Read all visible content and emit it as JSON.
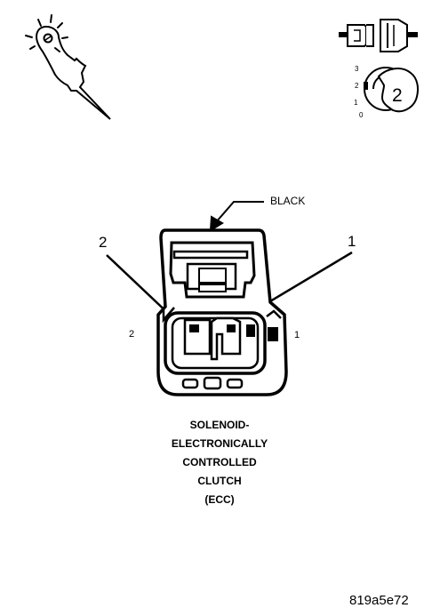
{
  "callouts": {
    "color_label": "BLACK",
    "pin_leader_2": "2",
    "pin_leader_1": "1",
    "cavity_left": "2",
    "cavity_right": "1"
  },
  "view_key": {
    "numbers": [
      "3",
      "2",
      "1",
      "0"
    ],
    "badge": "2"
  },
  "caption_lines": [
    "SOLENOID-",
    "ELECTRONICALLY",
    "CONTROLLED",
    "CLUTCH",
    "(ECC)"
  ],
  "figure_id": "819a5e72"
}
